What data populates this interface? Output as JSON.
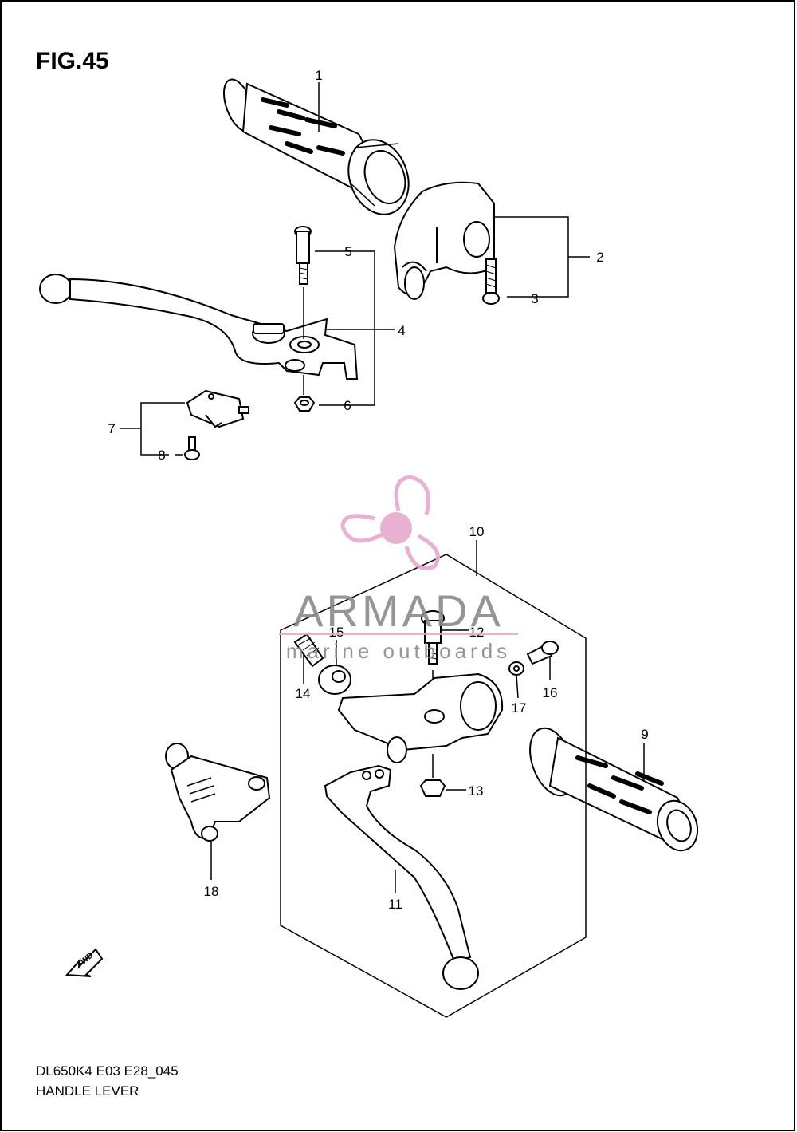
{
  "figure": {
    "title": "FIG.45",
    "code": "DL650K4 E03 E28_045",
    "name": "HANDLE LEVER"
  },
  "callouts": [
    "1",
    "2",
    "3",
    "4",
    "5",
    "6",
    "7",
    "8",
    "9",
    "10",
    "11",
    "12",
    "13",
    "14",
    "15",
    "16",
    "17",
    "18"
  ],
  "watermark": {
    "brand": "ARMADA",
    "tagline": "marine outboards",
    "accent_color": "#e7a8cd",
    "text_color": "#8a8a8a"
  },
  "direction_badge": "FWD"
}
